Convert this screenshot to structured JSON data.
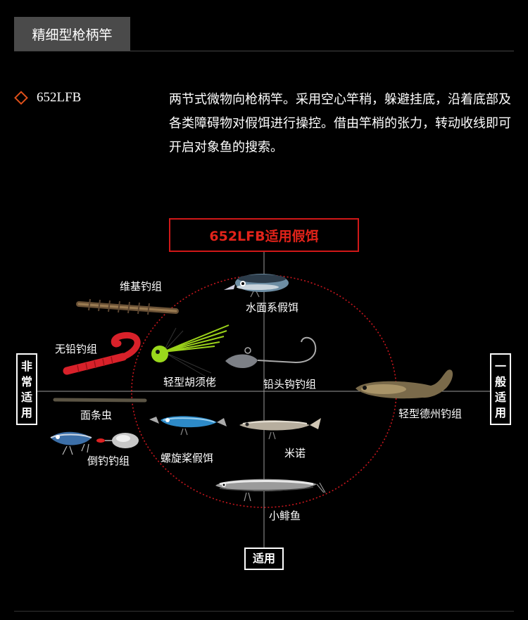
{
  "header": {
    "title": "精细型枪柄竿"
  },
  "model": {
    "name": "652LFB"
  },
  "description": "两节式微物向枪柄竿。采用空心竿稍，躲避挂底，沿着底部及各类障碍物对假饵进行操控。借由竿梢的张力，转动收线即可开启对象鱼的搜索。",
  "chart": {
    "title": "652LFB适用假饵",
    "axis_left": "非常适用",
    "axis_right": "一般适用",
    "axis_bottom": "适用",
    "lures": {
      "weiji": "维基钓组",
      "shuimian": "水面系假饵",
      "wuqian": "无铅钓组",
      "huxu": "轻型胡须佬",
      "qiantou": "铅头钩钓组",
      "dezhou": "轻型德州钓组",
      "miantiao": "面条虫",
      "daodiao": "倒钓钓组",
      "luoxuan": "螺旋桨假饵",
      "minuo": "米诺",
      "xiaofei": "小鲱鱼"
    }
  },
  "colors": {
    "accent": "#e2231a",
    "diamond": "#e0501a",
    "header_bg": "#4a4a4a"
  }
}
